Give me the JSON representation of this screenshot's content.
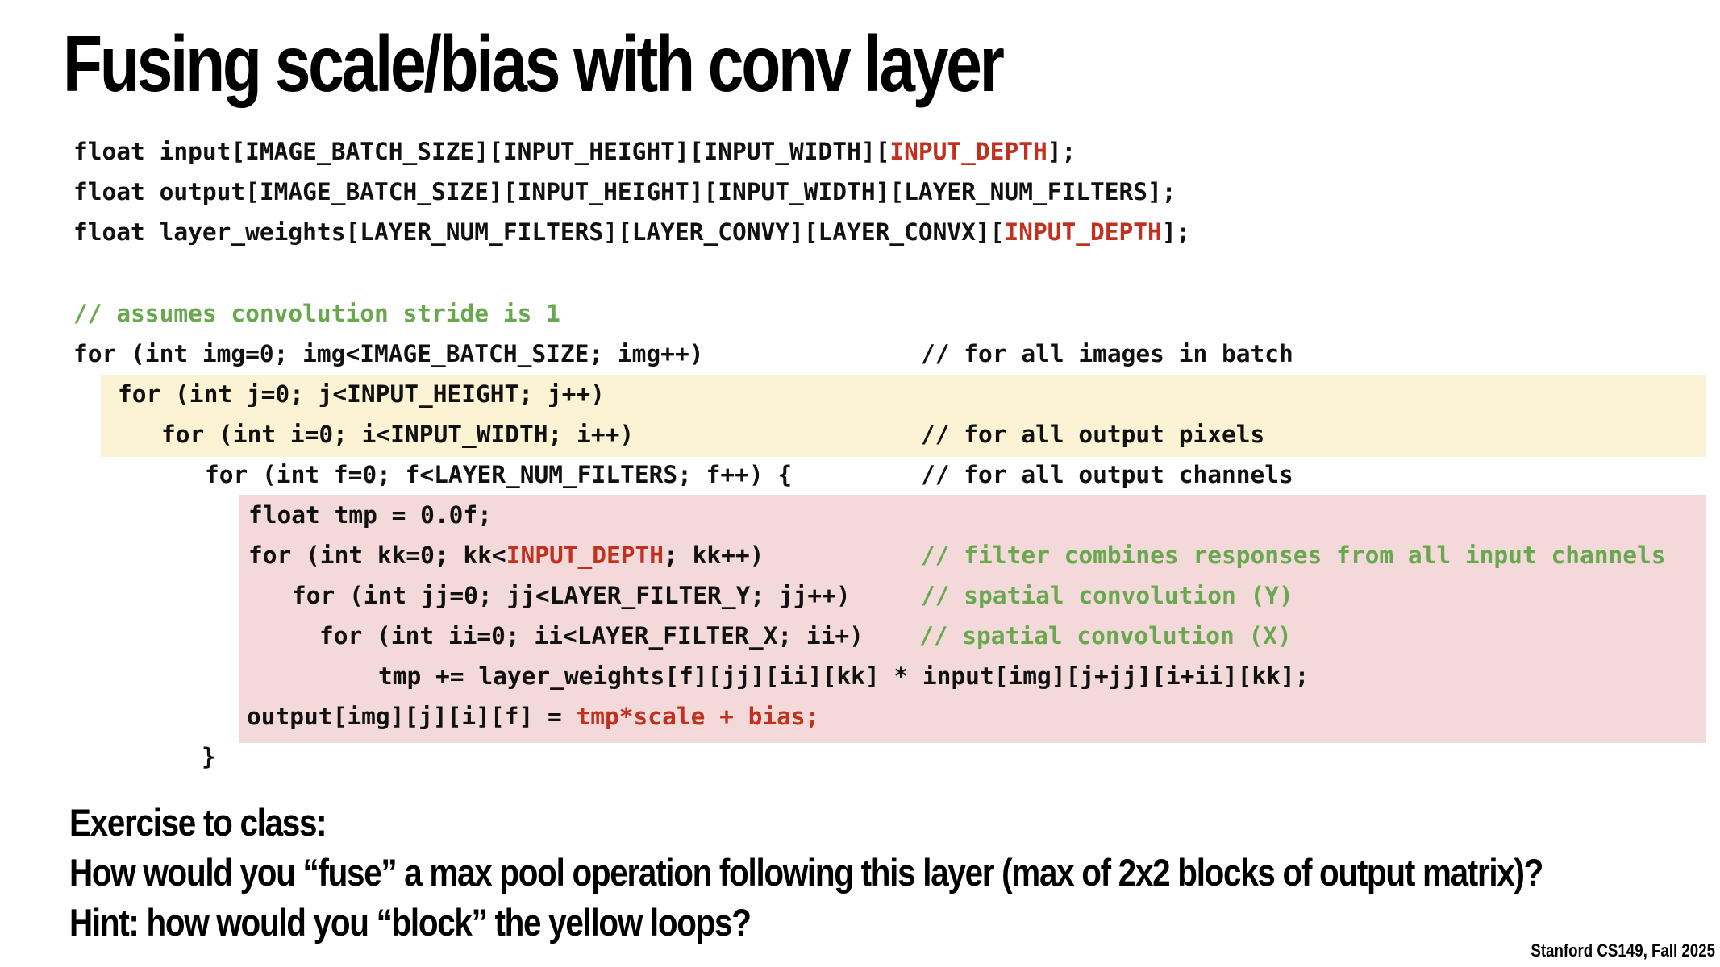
{
  "slide": {
    "title": "Fusing scale/bias with conv layer",
    "footer": "Stanford CS149, Fall 2025"
  },
  "code": {
    "decl_input_pre": "float input[IMAGE_BATCH_SIZE][INPUT_HEIGHT][INPUT_WIDTH][",
    "decl_input_hl": "INPUT_DEPTH",
    "decl_input_post": "];",
    "decl_output": "float output[IMAGE_BATCH_SIZE][INPUT_HEIGHT][INPUT_WIDTH][LAYER_NUM_FILTERS];",
    "decl_weights_pre": "float layer_weights[LAYER_NUM_FILTERS][LAYER_CONVY][LAYER_CONVX][",
    "decl_weights_hl": "INPUT_DEPTH",
    "decl_weights_post": "];",
    "comment_stride": "// assumes convolution stride is 1",
    "loop_img": "for (int img=0; img<IMAGE_BATCH_SIZE; img++)",
    "comment_img": "// for all images in batch",
    "loop_j": "for (int j=0; j<INPUT_HEIGHT; j++)",
    "loop_i": "for (int i=0; i<INPUT_WIDTH; i++)",
    "comment_i": "// for all output pixels",
    "loop_f": "for (int f=0; f<LAYER_NUM_FILTERS; f++) {",
    "comment_f": "// for all output channels",
    "tmp_init": "float tmp = 0.0f;",
    "loop_kk_pre": "for (int kk=0; kk<",
    "loop_kk_hl": "INPUT_DEPTH",
    "loop_kk_post": "; kk++)",
    "comment_kk": "// filter combines responses from all input channels",
    "loop_jj": "for (int jj=0; jj<LAYER_FILTER_Y; jj++)",
    "comment_jj": "// spatial convolution (Y)",
    "loop_ii": "for (int ii=0; ii<LAYER_FILTER_X; ii+)",
    "comment_ii": "// spatial convolution (X)",
    "accum": "tmp += layer_weights[f][jj][ii][kk] * input[img][j+jj][i+ii][kk];",
    "output_pre": "output[img][j][i][f] = ",
    "output_hl": "tmp*scale + bias;",
    "close_brace": "}"
  },
  "exercise": {
    "line1": "Exercise to class:",
    "line2": "How would you “fuse” a max pool operation following this layer (max of 2x2 blocks of output matrix)?",
    "line3": "Hint: how would you “block” the yellow loops?"
  },
  "colors": {
    "highlight_yellow": "#fbf3d4",
    "highlight_pink": "#f3d9d9",
    "comment_green": "#6aa84f",
    "keyword_red": "#c0321f"
  }
}
